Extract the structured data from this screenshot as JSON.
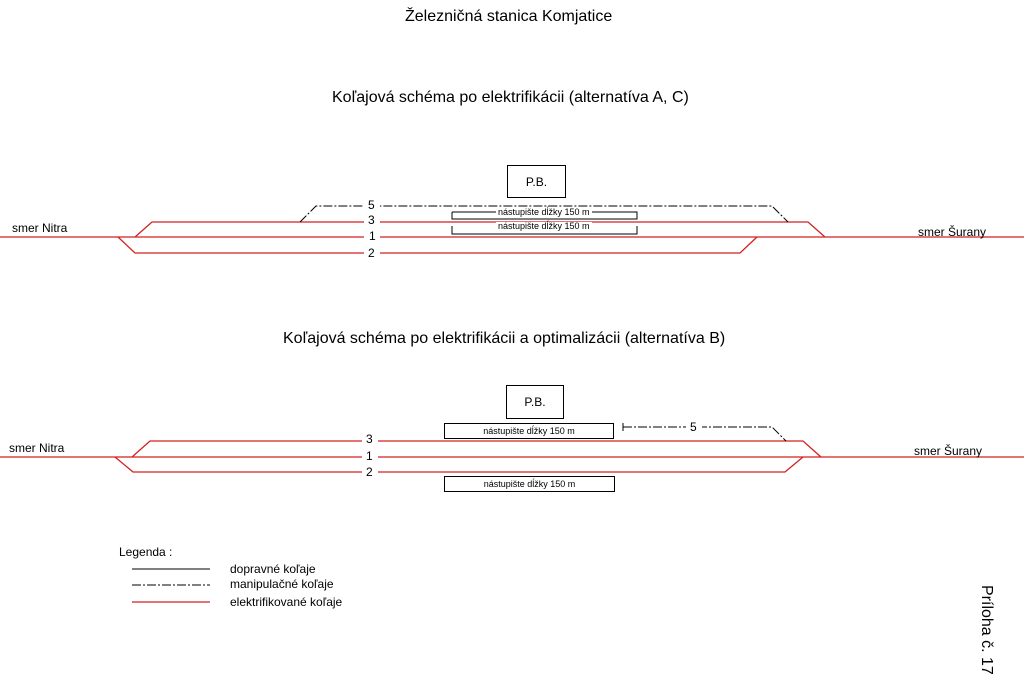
{
  "title": "Železničná stanica Komjatice",
  "scheme_a": {
    "title": "Koľajová schéma po elektrifikácii (alternatíva A, C)",
    "dir_left": "smer Nitra",
    "dir_right": "smer Šurany",
    "building": "P.B.",
    "track_labels": [
      "5",
      "3",
      "1",
      "2"
    ],
    "platform_1": "nástupište dĺžky 150 m",
    "platform_2": "nástupište dĺžky 150 m"
  },
  "scheme_b": {
    "title": "Koľajová schéma po elektrifikácii a optimalizácii (alternatíva B)",
    "dir_left": "smer Nitra",
    "dir_right": "smer Šurany",
    "building": "P.B.",
    "track_labels": [
      "3",
      "1",
      "2",
      "5"
    ],
    "platform_1": "nástupište dĺžky 150 m",
    "platform_2": "nástupište dĺžky 150 m"
  },
  "legend": {
    "heading": "Legenda :",
    "items": [
      {
        "label": "dopravné koľaje",
        "style": "solid",
        "color": "#000000"
      },
      {
        "label": "manipulačné koľaje",
        "style": "dash-dot",
        "color": "#000000"
      },
      {
        "label": "elektrifikované koľaje",
        "style": "solid",
        "color": "#d42020"
      }
    ]
  },
  "annex": "Príloha č. 17",
  "colors": {
    "electrified": "#d42020",
    "ink": "#000000"
  }
}
